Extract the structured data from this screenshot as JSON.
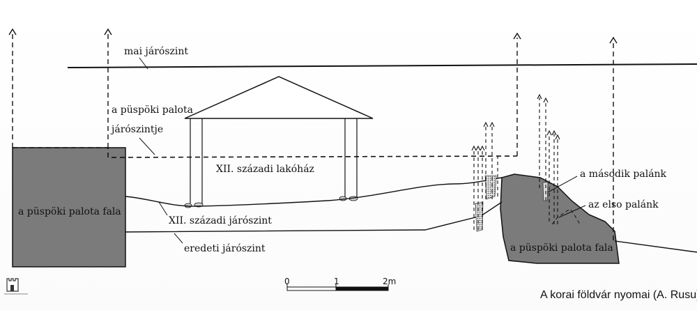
{
  "labels": {
    "current_level": "mai járószint",
    "palace_level_1": "a püspöki palota",
    "palace_level_2": "járószintje",
    "house": "XII. századi lakóház",
    "level_12th": "XII. századi járószint",
    "original_level": "eredeti járószint",
    "wall_left": "a püspöki palota fala",
    "wall_right": "a püspöki palota fala",
    "palisade_second": "a második palánk",
    "palisade_first": "az elso palánk"
  },
  "scale": {
    "tick_0": "0",
    "tick_1": "1",
    "tick_2": "2m"
  },
  "caption": "A korai földvár nyomai (A. Rusu)",
  "colors": {
    "wall_fill": "#7b7b7b",
    "line": "#111111",
    "palisade_fill": "#cfcfcf"
  }
}
